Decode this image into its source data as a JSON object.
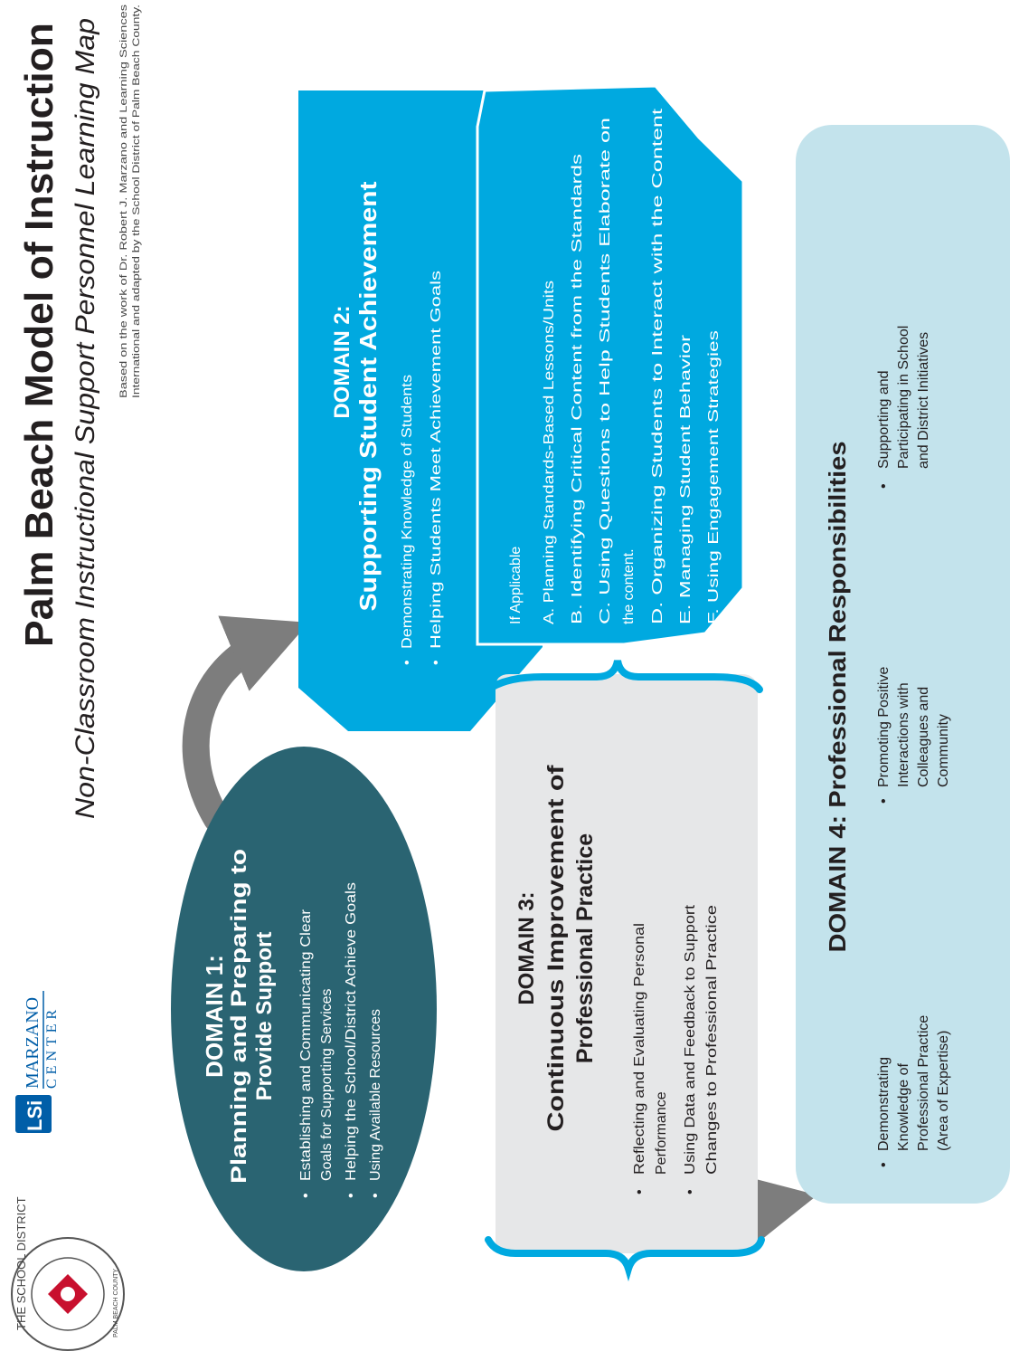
{
  "header": {
    "title": "Palm Beach Model of Instruction",
    "subtitle": "Non-Classroom Instructional Support Personnel Learning Map",
    "credit_line_1": "Based on the work of Dr. Robert J. Marzano and Learning Sciences",
    "credit_line_2": "International and adapted by the School District of Palm Beach County."
  },
  "logos": {
    "district_seal_top": "THE SCHOOL DISTRICT",
    "district_seal_bottom": "PALM BEACH COUNTY",
    "lsi_mark": "LSi",
    "marzano_line_1": "MARZANO",
    "marzano_line_2": "CENTER"
  },
  "domain1": {
    "label": "DOMAIN 1:",
    "title_line_1": "Planning and Preparing to",
    "title_line_2": "Provide Support",
    "bullets": [
      "Establishing and Communicating Clear",
      "Goals for Supporting Services",
      "Helping the School/District Achieve Goals",
      "Using Available Resources"
    ]
  },
  "domain2": {
    "label": "DOMAIN 2:",
    "title": "Supporting Student Achievement",
    "bullets": [
      "Demonstrating Knowledge of Students",
      "Helping Students Meet Achievement Goals"
    ],
    "applicable_heading": "If Applicable",
    "applicable_items": [
      "A.  Planning Standards-Based Lessons/Units",
      "B.  Identifying Critical Content from the Standards",
      "C.  Using Questions to Help Students Elaborate on",
      "the content.",
      "D.  Organizing Students to Interact with the Content",
      "E.  Managing Student Behavior",
      "F.  Using Engagement Strategies"
    ]
  },
  "domain3": {
    "label": "DOMAIN 3:",
    "title_line_1": "Continuous Improvement of",
    "title_line_2": "Professional Practice",
    "bullets": [
      "Reflecting and Evaluating Personal",
      "Performance",
      "Using Data and Feedback to Support",
      "Changes to Professional Practice"
    ]
  },
  "domain4": {
    "title": "DOMAIN 4: Professional Responsibilities",
    "col1": [
      "Demonstrating",
      "Knowledge of",
      "Professional Practice",
      "(Area of Expertise)"
    ],
    "col2": [
      "Promoting Positive",
      "Interactions with",
      "Colleagues and",
      "Community"
    ],
    "col3": [
      "Supporting and",
      "Participating in School",
      "and District Initiatives"
    ]
  },
  "colors": {
    "domain1_fill": "#2a6472",
    "domain2_fill": "#00a9e0",
    "domain3_fill": "#e6e7e8",
    "domain4_fill": "#c3e3ec",
    "arrow": "#7d7d7d",
    "text_dark": "#231f20"
  }
}
